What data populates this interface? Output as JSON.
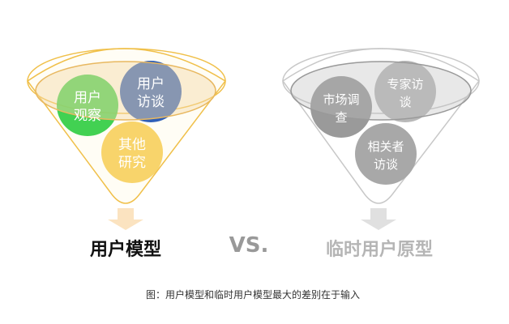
{
  "left": {
    "title": "用户模型",
    "circles": [
      {
        "line1": "用户",
        "line2": "观察",
        "color": "#2ecc40"
      },
      {
        "line1": "用户",
        "line2": "访谈",
        "color": "#2f5fb8"
      },
      {
        "line1": "其他",
        "line2": "研究",
        "color": "#f5c94c"
      }
    ],
    "funnel_color": "#f0c04a"
  },
  "vs": "VS.",
  "right": {
    "title": "临时用户原型",
    "circles": [
      {
        "line1": "市场调",
        "line2": "查",
        "color": "#9a9a9a"
      },
      {
        "line1": "专家访",
        "line2": "谈",
        "color": "#b8b8b8"
      },
      {
        "line1": "相关者",
        "line2": "访谈",
        "color": "#a8a8a8"
      }
    ],
    "funnel_color": "#c8c8c8"
  },
  "caption": "图：用户模型和临时用户模型最大的差别在于输入"
}
